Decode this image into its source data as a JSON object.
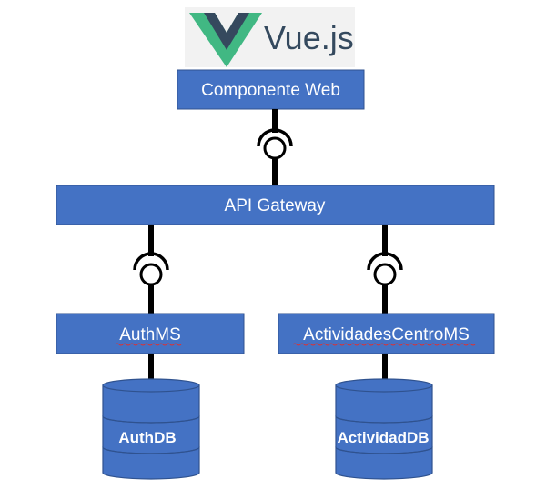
{
  "logo": {
    "text": "Vue.js",
    "icon": "vue-logo-icon",
    "colors": {
      "outer": "#41b883",
      "inner": "#35495e",
      "text": "#34495e",
      "background": "#f2f2f2"
    }
  },
  "nodes": {
    "web": {
      "label": "Componente Web"
    },
    "gateway": {
      "label": "API Gateway"
    },
    "auth_ms": {
      "label": "AuthMS"
    },
    "actividades_ms": {
      "label": "ActividadesCentroMS"
    }
  },
  "databases": {
    "auth_db": {
      "label": "AuthDB"
    },
    "actividad_db": {
      "label": "ActividadDB"
    }
  },
  "colors": {
    "box_fill": "#4472c4",
    "box_stroke": "#2f528f",
    "connector": "#000000"
  }
}
